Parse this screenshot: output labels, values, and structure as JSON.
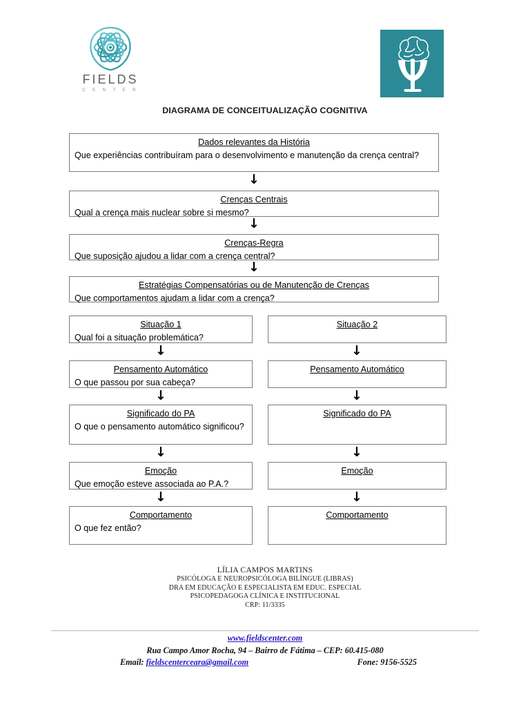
{
  "header": {
    "fields_logo": {
      "icon": "fields-atom-mark",
      "wordmark": "FIELDS",
      "subword": "C E N T E R"
    },
    "psi_logo": {
      "icon": "psi-brain-icon",
      "background_color": "#2b8a95"
    }
  },
  "title": "DIAGRAMA DE CONCEITUALIZAÇÃO COGNITIVA",
  "diagram": {
    "arrow_glyph": "↓",
    "top_nodes": [
      {
        "title": "Dados relevantes da História",
        "body": "Que experiências contribuíram para o desenvolvimento e manutenção da crença central?"
      },
      {
        "title": "Crenças Centrais",
        "body": "Qual a crença mais nuclear sobre si mesmo?"
      },
      {
        "title": "Crenças-Regra",
        "body": "Que suposição ajudou a lidar com a crença central?"
      },
      {
        "title": "Estratégias Compensatórias ou de Manutenção de Crenças",
        "body": "Que comportamentos ajudam a lidar com a crença?"
      }
    ],
    "column_left": [
      {
        "title": "Situação 1",
        "body": "Qual foi a situação problemática?"
      },
      {
        "title": "Pensamento Automático",
        "body": "O que passou por sua cabeça?"
      },
      {
        "title": "Significado do PA",
        "body": "O que o pensamento automático significou?"
      },
      {
        "title": "Emoção",
        "body": "Que emoção esteve associada ao P.A.?"
      },
      {
        "title": "Comportamento",
        "body": "O que fez então?"
      }
    ],
    "column_right": [
      {
        "title": "Situação 2",
        "body": ""
      },
      {
        "title": "Pensamento Automático",
        "body": ""
      },
      {
        "title": "Significado do PA",
        "body": ""
      },
      {
        "title": "Emoção",
        "body": ""
      },
      {
        "title": "Comportamento",
        "body": ""
      }
    ]
  },
  "signature": {
    "name": "LÍLIA CAMPOS MARTINS",
    "line1": "PSICÓLOGA E NEUROPSICÓLOGA BILÍNGUE (LIBRAS)",
    "line2": "DRA EM EDUCAÇÃO E ESPECIALISTA EM EDUC. ESPECIAL",
    "line3": "PSICOPEDAGOGA CLÍNICA E INSTITUCIONAL",
    "line4": "CRP: 11/3335"
  },
  "footer": {
    "website": "www.fieldscenter.com",
    "address": "Rua Campo Amor Rocha, 94 – Bairro de Fátima – CEP: 60.415-080",
    "email_label": "Email:",
    "email": "fieldscenterceara@gmail.com",
    "phone": "Fone: 9156-5525",
    "link_color": "#2819c8"
  }
}
